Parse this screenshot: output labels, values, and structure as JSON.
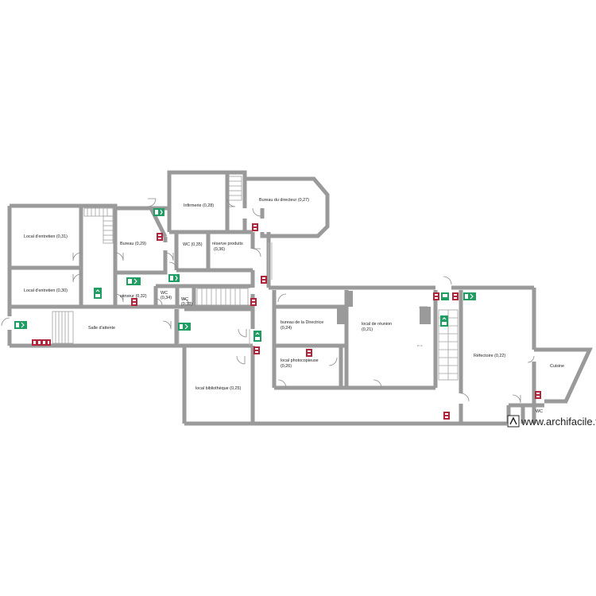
{
  "rooms": {
    "infirmerie": "Infirmerie (0,28)",
    "bureau_directeur": "Bureau du directeur (0,27)",
    "local_entretien_31": "Local d'entretien (0,31)",
    "local_entretien_30": "Local d'entretien (0,30)",
    "bureau_29": "Bureau (0,29)",
    "wc_35": "WC (0,35)",
    "reserve_produits_1": "réserve produits",
    "reserve_produits_2": "(0,36)",
    "serveur": "serveur (0,32)",
    "wc_34_1": "WC",
    "wc_34_2": "(0,34)",
    "wc_33_1": "WC",
    "wc_33_2": "(0,33)",
    "salle_attente": "Salle d'attente",
    "local_bibliotheque": "local bibliothèque (0,25)",
    "bureau_directrice_1": "bureau de la Directrice",
    "bureau_directrice_2": "(0,24)",
    "local_reunion_1": "local de réunion",
    "local_reunion_2": "(0,21)",
    "local_photocopieuse_1": "local photocopieuse",
    "local_photocopieuse_2": "(0,26)",
    "refectoire": "Réfectoire (0,22)",
    "cuisine": "Cuisine",
    "wc_cuisine": "WC",
    "tiny_note": "Pt. Ct"
  },
  "watermark": "www.archifacile.fr",
  "colors": {
    "wall": "#9a9a9a",
    "exit_sign": "#1f9d63",
    "fire_sign": "#b0253a"
  },
  "icons": {
    "exit": "emergency-exit-icon",
    "fire": "fire-extinguisher-icon",
    "logo": "archifacile-logo-icon"
  }
}
